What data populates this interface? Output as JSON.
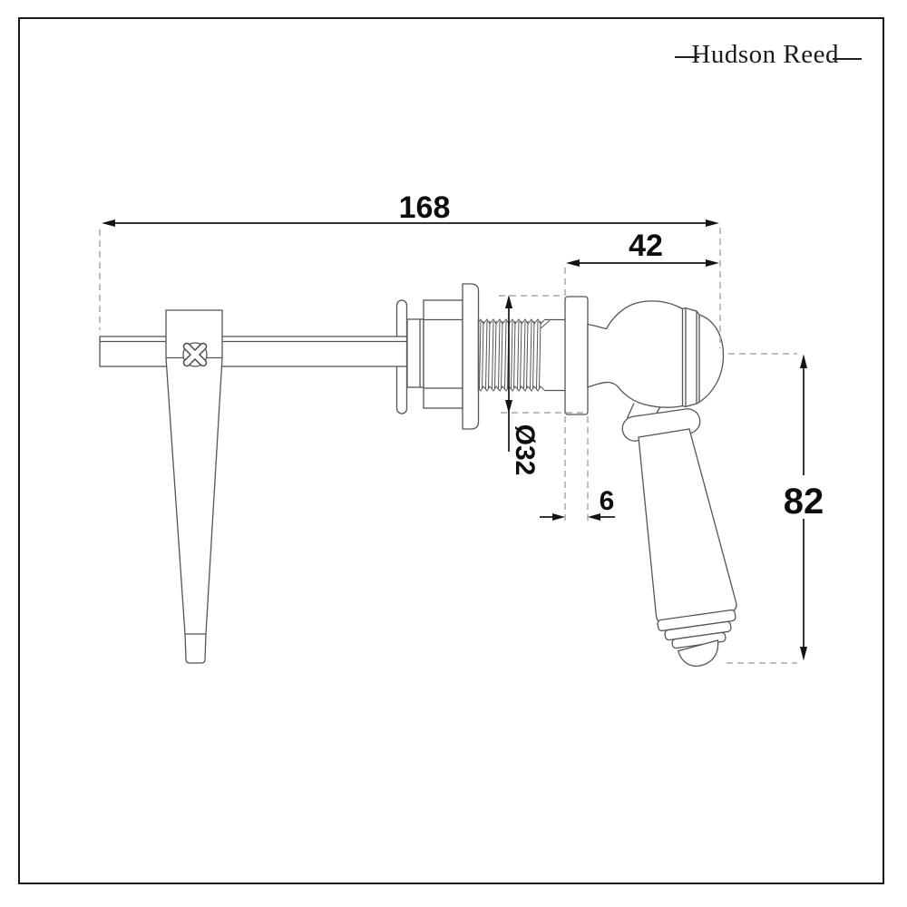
{
  "brand": {
    "name": "Hudson Reed"
  },
  "diagram": {
    "dimensions": {
      "overall_length": "168",
      "handle_projection": "42",
      "rose_diameter": "Ø32",
      "rose_depth": "6",
      "handle_drop": "82"
    },
    "colors": {
      "drawing_line": "#555555",
      "dimension_line": "#141414",
      "extension_dash": "#a8a8a8",
      "background": "#ffffff",
      "border": "#1a1a1a"
    }
  }
}
